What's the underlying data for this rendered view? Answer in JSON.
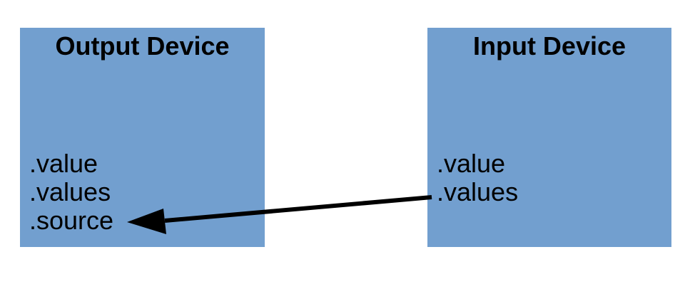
{
  "diagram": {
    "background": "#ffffff",
    "box_fill": "#729fcf",
    "text_color": "#000000",
    "arrow_color": "#000000",
    "output_device": {
      "title": "Output Device",
      "properties": [
        ".value",
        ".values",
        ".source"
      ]
    },
    "input_device": {
      "title": "Input Device",
      "properties": [
        ".value",
        ".values"
      ]
    },
    "arrow": {
      "from_box": "Input Device",
      "from_property": ".values",
      "to_box": "Output Device",
      "to_property": ".source",
      "direction": "right-to-left"
    }
  }
}
